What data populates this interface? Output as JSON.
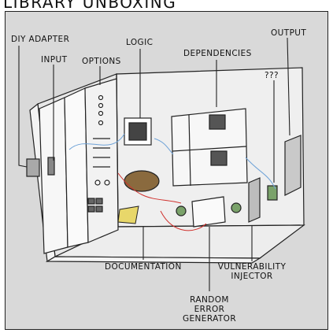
{
  "title": "LIBRARY UNBOXING",
  "labels": {
    "diy_adapter": "DIY ADAPTER",
    "input": "INPUT",
    "options": "OPTIONS",
    "logic": "LOGIC",
    "dependencies": "DEPENDENCIES",
    "output": "OUTPUT",
    "unknown": "???",
    "documentation": "DOCUMENTATION",
    "vulnerability_line1": "VULNERABILITY",
    "vulnerability_line2": "INJECTOR",
    "random_line1": "RANDOM",
    "random_line2": "ERROR",
    "random_line3": "GENERATOR"
  }
}
